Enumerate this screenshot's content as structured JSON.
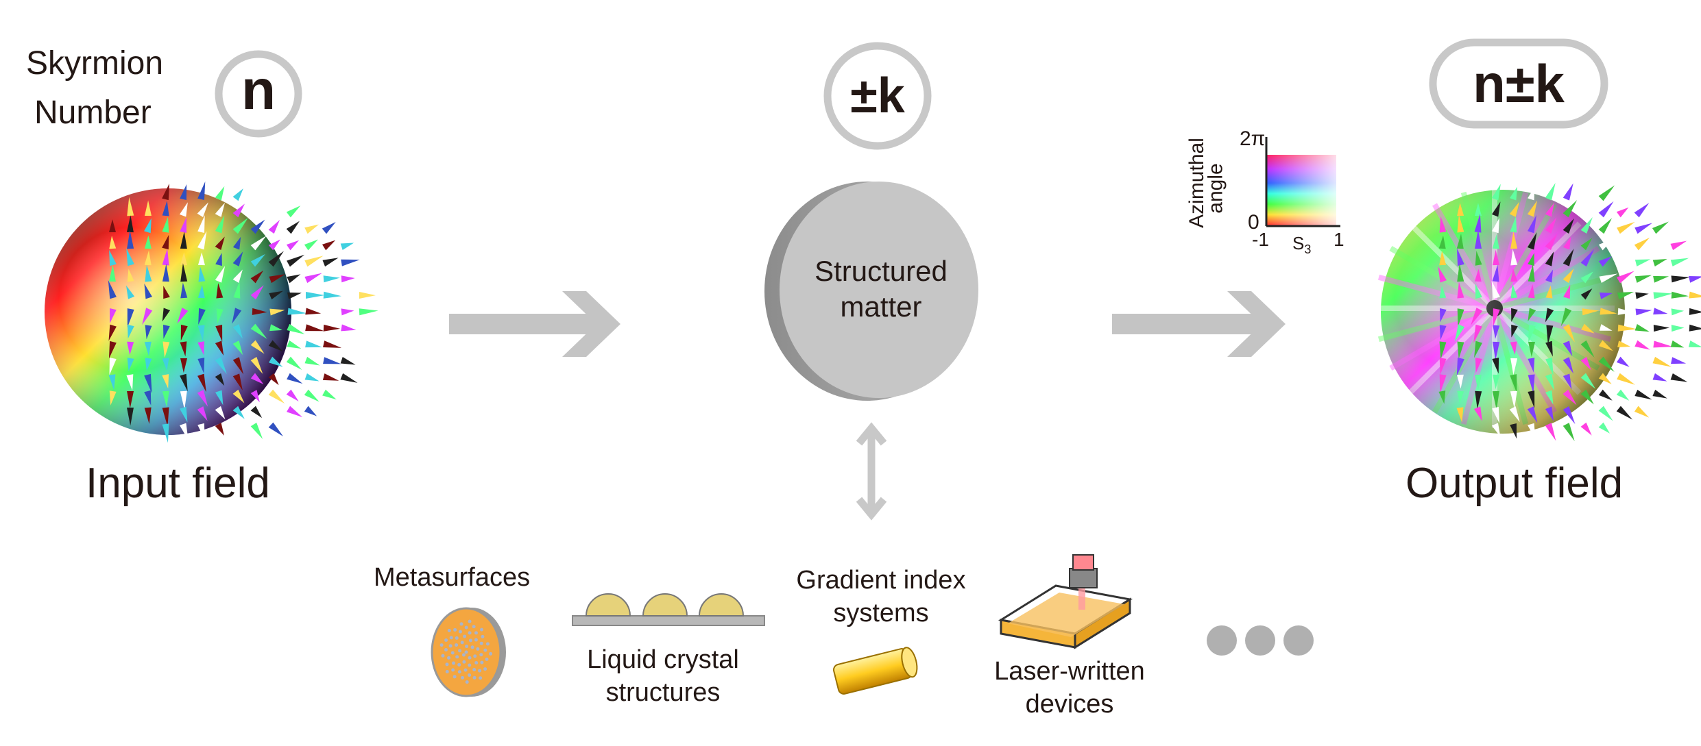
{
  "skyrmion": {
    "label_line1": "Skyrmion",
    "label_line2": "Number"
  },
  "badges": {
    "input": "n",
    "matter": "±k",
    "output": "n±k"
  },
  "fields": {
    "input": "Input field",
    "output": "Output field"
  },
  "matter": {
    "line1": "Structured",
    "line2": "matter"
  },
  "colorbar": {
    "ylabel_line1": "Azimuthal",
    "ylabel_line2": "angle",
    "y_top": "2π",
    "y_bottom": "0",
    "x_left": "-1",
    "x_right": "1",
    "xlabel": "S",
    "xlabel_sub": "3"
  },
  "examples": {
    "metasurfaces": "Metasurfaces",
    "liquid_crystal_line1": "Liquid crystal",
    "liquid_crystal_line2": "structures",
    "gradient_line1": "Gradient index",
    "gradient_line2": "systems",
    "laser_line1": "Laser-written",
    "laser_line2": "devices"
  }
}
